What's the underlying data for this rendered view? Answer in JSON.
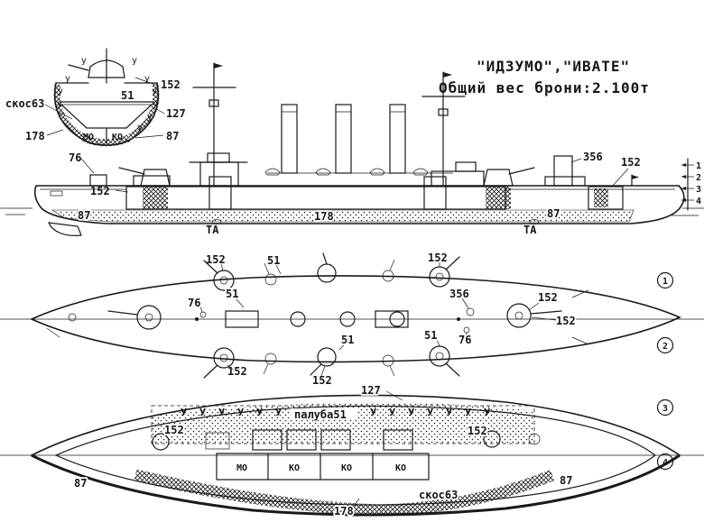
{
  "title": {
    "line1": "\"ИДЗУМО\",\"ИВАТЕ\"",
    "line2": "Общий вес брони:2.100т"
  },
  "u_mark": "у",
  "section_detail": {
    "skos63": "скос63",
    "n178": "178",
    "n152": "152",
    "n51": "51",
    "n127": "127",
    "n87": "87",
    "mo": "МО",
    "ko": "КО"
  },
  "side_view": {
    "n76": "76",
    "n152_left": "152",
    "n356": "356",
    "n152_right": "152",
    "n87_left": "87",
    "n178": "178",
    "n87_right": "87",
    "ta_left": "ТА",
    "ta_right": "ТА",
    "draft_marks": [
      "1",
      "2",
      "3",
      "4"
    ]
  },
  "plan_upper": {
    "n152_fore_top": "152",
    "n51_top": "51",
    "n152_aft_top": "152",
    "n76_left": "76",
    "n51_left": "51",
    "n356": "356",
    "n152_right_upper": "152",
    "n152_right_lower": "152",
    "n51_mid_bottom": "51",
    "n51_aft_bottom": "51",
    "n76_right": "76",
    "n152_fore_bottom": "152",
    "n152_mid_bottom": "152",
    "mark_1": "1",
    "mark_2": "2"
  },
  "plan_deck": {
    "n127": "127",
    "paluba51": "палуба51",
    "n152_left": "152",
    "n152_right": "152",
    "compartments": [
      "МО",
      "КО",
      "КО",
      "КО"
    ],
    "n87_left": "87",
    "n87_right": "87",
    "skos63": "скос63",
    "n178": "178",
    "u_row": "у у у у у у у у у у у у у у у у у",
    "mark_3": "3",
    "mark_4": "4"
  }
}
